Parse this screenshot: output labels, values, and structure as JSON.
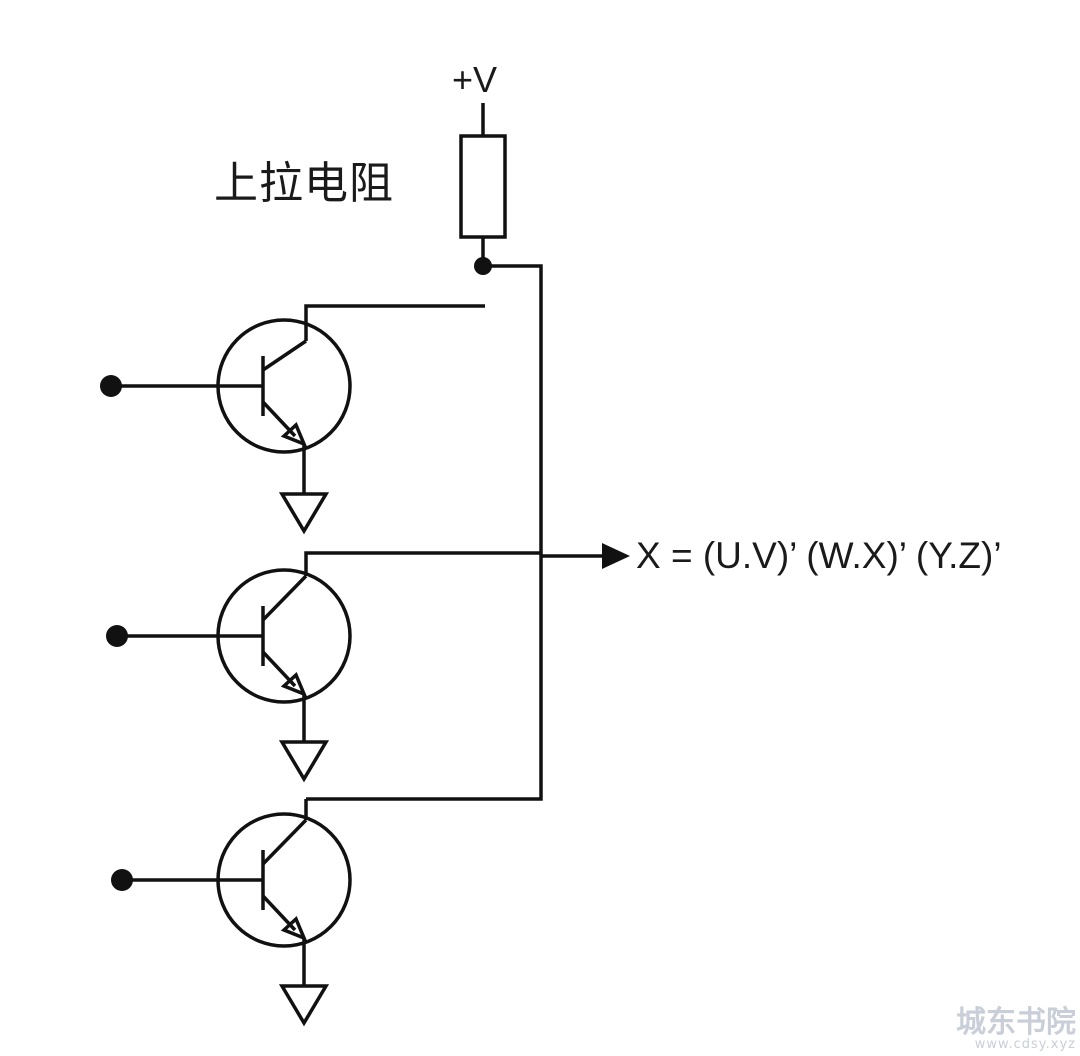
{
  "diagram": {
    "supply_label": "+V",
    "pullup_resistor_label": "上拉电阻",
    "output_expression": "X = (U.V)’ (W.X)’ (Y.Z)’",
    "transistor_count": 3,
    "transistor_type": "NPN",
    "ground_symbol": "triangle"
  },
  "watermark": {
    "main": "城东书院",
    "sub": "www.cdsy.xyz"
  },
  "colors": {
    "ink": "#111111",
    "background": "#ffffff",
    "watermark": "#c9ced8"
  }
}
